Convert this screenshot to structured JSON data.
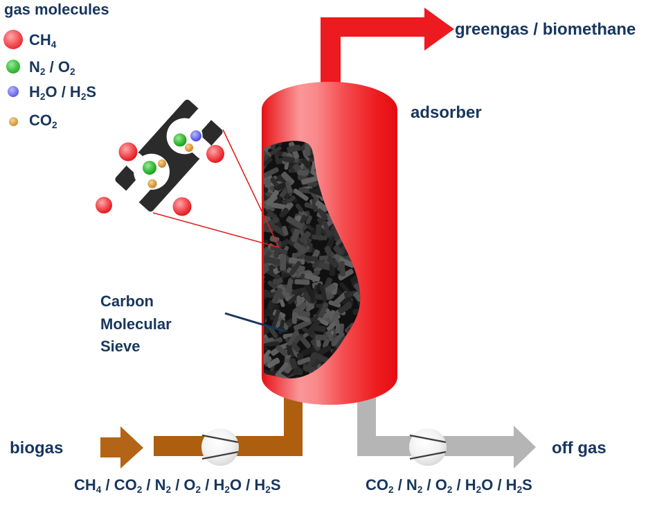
{
  "colors": {
    "accent_red": "#ed1a1f",
    "pipe_brown": "#ad5e0f",
    "pipe_gray": "#b5b5b5",
    "text_navy": "#17365d",
    "molecule_red": "#e62228",
    "molecule_green": "#2eb22e",
    "molecule_blue": "#5b5be0",
    "molecule_orange": "#dd9b3f",
    "sieve_black": "#101010",
    "grain_black": "#2b2b2b"
  },
  "legend": {
    "title": "gas molecules",
    "items": [
      {
        "id": "ch4",
        "color": "red",
        "formula": [
          [
            "CH",
            ""
          ],
          [
            "4",
            "sub"
          ]
        ]
      },
      {
        "id": "n2-o2",
        "color": "green",
        "formula": [
          [
            "N",
            ""
          ],
          [
            "2",
            "sub"
          ],
          [
            " / ",
            ""
          ],
          [
            "O",
            ""
          ],
          [
            "2",
            "sub"
          ]
        ]
      },
      {
        "id": "h2o-h2s",
        "color": "blue",
        "formula": [
          [
            "H",
            ""
          ],
          [
            "2",
            "sub"
          ],
          [
            "O / H",
            ""
          ],
          [
            "2",
            "sub"
          ],
          [
            "S",
            ""
          ]
        ]
      },
      {
        "id": "co2",
        "color": "orange",
        "formula": [
          [
            "CO",
            ""
          ],
          [
            "2",
            "sub"
          ]
        ]
      }
    ]
  },
  "labels": {
    "greengas": "greengas / biomethane",
    "adsorber": "adsorber",
    "cms": [
      "Carbon",
      "Molecular",
      "Sieve"
    ],
    "biogas": "biogas",
    "offgas": "off gas"
  },
  "streams": {
    "feed_formula": [
      [
        "CH",
        ""
      ],
      [
        "4",
        "sub"
      ],
      [
        " / CO",
        ""
      ],
      [
        "2",
        "sub"
      ],
      [
        " / N",
        ""
      ],
      [
        "2",
        "sub"
      ],
      [
        " / O",
        ""
      ],
      [
        "2",
        "sub"
      ],
      [
        " / H",
        ""
      ],
      [
        "2",
        "sub"
      ],
      [
        "O / H",
        ""
      ],
      [
        "2",
        "sub"
      ],
      [
        "S",
        ""
      ]
    ],
    "offgas_formula": [
      [
        "CO",
        ""
      ],
      [
        "2",
        "sub"
      ],
      [
        " / N",
        ""
      ],
      [
        "2",
        "sub"
      ],
      [
        " / O",
        ""
      ],
      [
        "2",
        "sub"
      ],
      [
        " / H",
        ""
      ],
      [
        "2",
        "sub"
      ],
      [
        "O / H",
        ""
      ],
      [
        "2",
        "sub"
      ],
      [
        "S",
        ""
      ]
    ]
  }
}
